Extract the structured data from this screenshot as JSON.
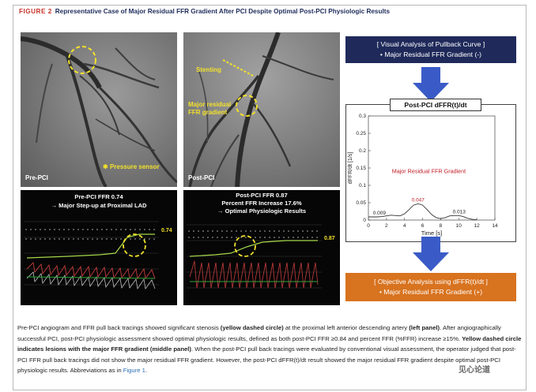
{
  "figure": {
    "label": "FIGURE 2",
    "title": "Representative Case of Major Residual FFR Gradient After PCI Despite Optimal Post-PCI Physiologic Results"
  },
  "angiograms": {
    "pre": {
      "label": "Pre-PCI",
      "sensor": "Pressure sensor"
    },
    "post": {
      "label": "Post-PCI",
      "stenting": "Stenting",
      "gradient_line1": "Major residual",
      "gradient_line2": "FFR gradient"
    }
  },
  "tracings": {
    "pre": {
      "line1": "Pre-PCI FFR 0.74",
      "line2": "→ Major Step-up at Proximal LAD",
      "value": "0.74"
    },
    "post": {
      "line1": "Post-PCI FFR 0.87",
      "line2": "Percent FFR Increase 17.6%",
      "line3": "→ Optimal Physiologic Results",
      "value": "0.87"
    }
  },
  "visual_box": {
    "line1": "[ Visual Analysis of Pullback Curve ]",
    "line2": "•  Major Residual FFR Gradient (-)"
  },
  "chart_header": "Post-PCI dFFR(t)/dt",
  "objective_box": {
    "line1": "[ Objective Analysis using dFFR(t)/dt ]",
    "line2": "•  Major Residual FFR Gradient (+)"
  },
  "chart_data": {
    "type": "line",
    "title": "",
    "xlabel": "Time [s]",
    "ylabel": "dFFR/dt [1/s]",
    "xlim": [
      0,
      14
    ],
    "ylim": [
      0,
      0.3
    ],
    "xticks": [
      "0",
      "2",
      "4",
      "6",
      "8",
      "10",
      "12",
      "14"
    ],
    "yticks": [
      "0",
      "0.05",
      "0.1",
      "0.15",
      "0.2",
      "0.25",
      "0.3"
    ],
    "x": [
      0,
      0.5,
      1,
      1.5,
      2,
      2.5,
      3,
      3.5,
      4,
      4.5,
      5,
      5.5,
      6,
      6.5,
      7,
      7.5,
      8,
      8.5,
      9,
      9.5,
      10,
      10.5,
      11,
      11.5,
      12
    ],
    "series": [
      {
        "values": [
          0.009,
          0.009,
          0.009,
          0.01,
          0.012,
          0.014,
          0.013,
          0.012,
          0.018,
          0.03,
          0.043,
          0.047,
          0.043,
          0.03,
          0.016,
          0.007,
          0.004,
          0.007,
          0.012,
          0.013,
          0.013,
          0.01,
          0.005,
          0.002,
          0.001
        ]
      }
    ],
    "annotations": [
      {
        "text": "Major Residual FFR Gradient",
        "color": "#c0202a"
      },
      {
        "text": "0.009",
        "x": 0.5,
        "y": 0.009
      },
      {
        "text": "0.047",
        "x": 5.3,
        "y": 0.047,
        "color": "#c0202a"
      },
      {
        "text": "0.013",
        "x": 9.5,
        "y": 0.013
      }
    ],
    "grid": false,
    "legend": "none"
  },
  "caption": {
    "p1": "Pre-PCI angiogram and FFR pull back tracings showed significant stenosis ",
    "b1": "(yellow dashed circle)",
    "p2": " at the proximal left anterior descending artery ",
    "b2": "(left panel)",
    "p3": ". After angiographically successful PCI, post-PCI physiologic assessment showed optimal physiologic results, defined as both post-PCI FFR ≥0.84 and percent FFR (%FFR) increase ≥15%. ",
    "b3": "Yellow dashed circle indicates lesions with the major FFR gradient",
    "b4": " (middle panel)",
    "p4": ". When the post-PCI pull back tracings were evaluated by conventional visual assessment, the operator judged that post-PCI FFR pull back tracings did not show the major residual FFR gradient. However, the post-PCI dFFR(t)/dt result showed the major residual FFR gradient despite optimal post-PCI physiologic results. Abbreviations as in ",
    "link": "Figure 1",
    "p5": "."
  },
  "watermark": "见心论道",
  "colors": {
    "navy": "#1f2a5a",
    "orange": "#d8731f",
    "accent_red": "#c0202a",
    "highlight": "#f2e12b"
  }
}
